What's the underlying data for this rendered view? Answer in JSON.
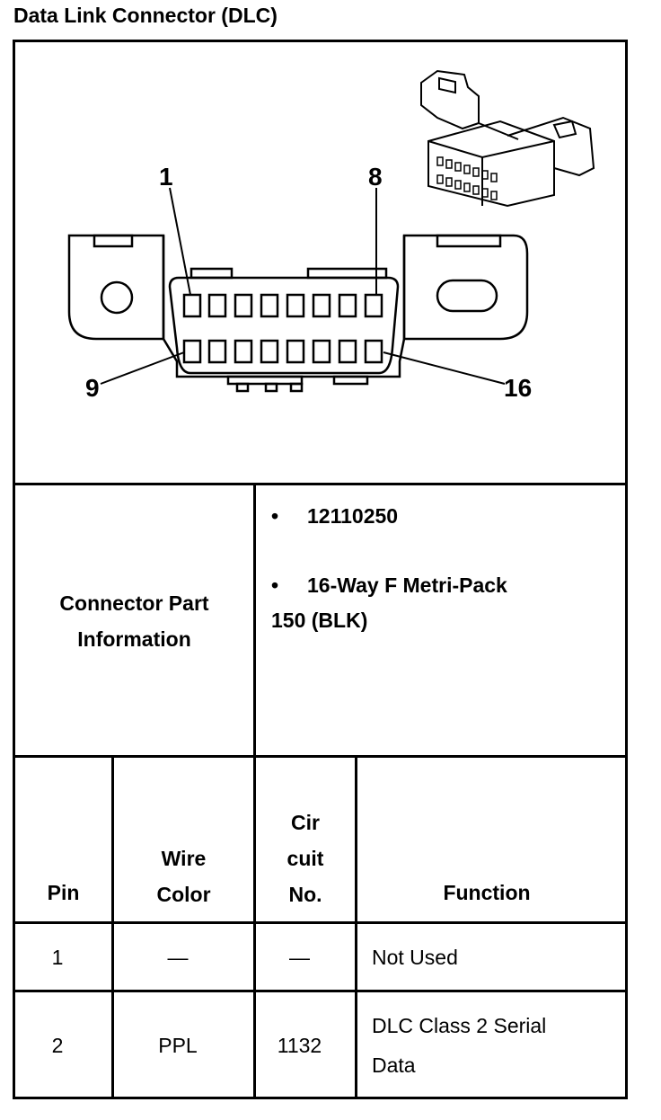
{
  "title": "Data Link Connector (DLC)",
  "diagram": {
    "pin_labels": [
      "1",
      "8",
      "9",
      "16"
    ]
  },
  "part_info": {
    "label_line1": "Connector Part",
    "label_line2": "Information",
    "bullet": "•",
    "part_number": "12110250",
    "description_line1": "16-Way F Metri-Pack",
    "description_line2": "150 (BLK)"
  },
  "table": {
    "headers": {
      "pin": "Pin",
      "wire_color_1": "Wire",
      "wire_color_2": "Color",
      "circuit_1": "Cir",
      "circuit_2": "cuit",
      "circuit_3": "No.",
      "function": "Function"
    },
    "rows": [
      {
        "pin": "1",
        "wire_color": "—",
        "circuit": "—",
        "function_1": "Not Used",
        "function_2": ""
      },
      {
        "pin": "2",
        "wire_color": "PPL",
        "circuit": "1132",
        "function_1": "DLC Class 2 Serial",
        "function_2": "Data"
      }
    ]
  }
}
